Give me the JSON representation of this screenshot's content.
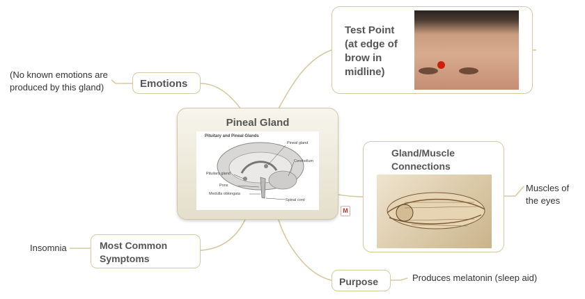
{
  "central": {
    "title": "Pineal Gland",
    "image": {
      "heading": "Pituitary and Pineal Glands",
      "labels": [
        "Pineal gland",
        "Cerebellum",
        "Pituitary gland",
        "Pons",
        "Medulla oblongata",
        "Spinal cord"
      ]
    }
  },
  "branches": {
    "test_point": {
      "title_lines": [
        "Test Point",
        "(at edge of",
        "brow in",
        "midline)"
      ]
    },
    "emotions": {
      "title": "Emotions",
      "note_lines": [
        "(No known emotions are",
        "produced by this gland)"
      ]
    },
    "gland_muscle": {
      "title_lines": [
        "Gland/Muscle",
        "Connections"
      ],
      "note_lines": [
        "Muscles of",
        "the eyes"
      ]
    },
    "symptoms": {
      "title_lines": [
        "Most Common",
        "Symptoms"
      ],
      "note": "Insomnia"
    },
    "purpose": {
      "title": "Purpose",
      "note": "Produces melatonin (sleep aid)"
    }
  },
  "colors": {
    "connector": "#d6c9a0",
    "node_border": "#d4c9a0",
    "text": "#555555",
    "marker": "#cc1e0e"
  },
  "icons": [
    "mindmap-attachment-icon"
  ]
}
